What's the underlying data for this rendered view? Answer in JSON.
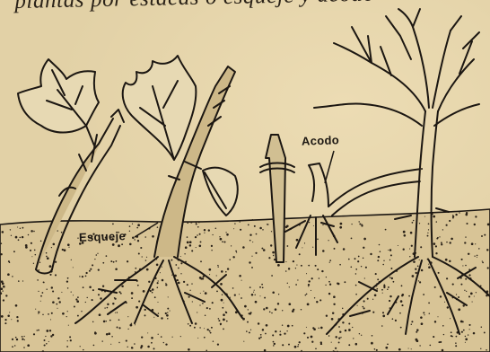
{
  "figure": {
    "caption_fragment": "plantas por estacas o esqueje y acodo",
    "labels": {
      "esqueje": "Esqueje",
      "acodo": "Acodo"
    }
  },
  "colors": {
    "paper": "#e2d1a6",
    "ink": "#1c1712",
    "soil_speckle": "#2a2218"
  }
}
